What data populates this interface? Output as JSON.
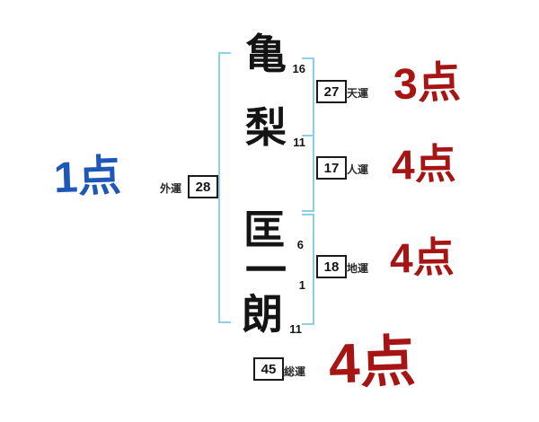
{
  "name_chars": [
    {
      "char": "亀",
      "strokes": "16"
    },
    {
      "char": "梨",
      "strokes": "11"
    },
    {
      "char": "匡",
      "strokes": "6"
    },
    {
      "char": "一",
      "strokes": "1"
    },
    {
      "char": "朗",
      "strokes": "11"
    }
  ],
  "fortunes": {
    "outer": {
      "label": "外運",
      "value": "28",
      "score": "1点"
    },
    "heaven": {
      "label": "天運",
      "value": "27",
      "score": "3点"
    },
    "person": {
      "label": "人運",
      "value": "17",
      "score": "4点"
    },
    "earth": {
      "label": "地運",
      "value": "18",
      "score": "4点"
    },
    "total": {
      "label": "総運",
      "value": "45",
      "score": "4点"
    }
  },
  "colors": {
    "score_red": "#a61414",
    "score_blue": "#1d57b8",
    "bracket_blue": "#8ecfe6",
    "ink_black": "#141414"
  }
}
